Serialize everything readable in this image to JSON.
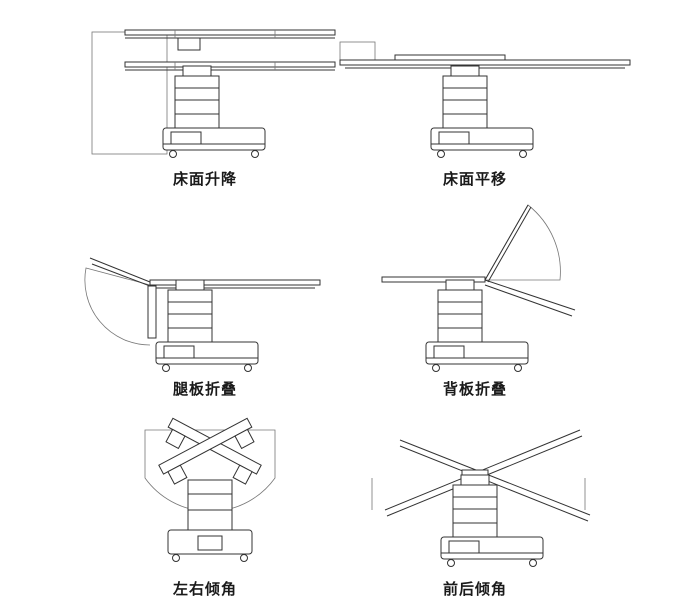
{
  "functions": [
    {
      "label": "床面升降"
    },
    {
      "label": "床面平移"
    },
    {
      "label": "腿板折叠"
    },
    {
      "label": "背板折叠"
    },
    {
      "label": "左右倾角"
    },
    {
      "label": "前后倾角"
    }
  ]
}
